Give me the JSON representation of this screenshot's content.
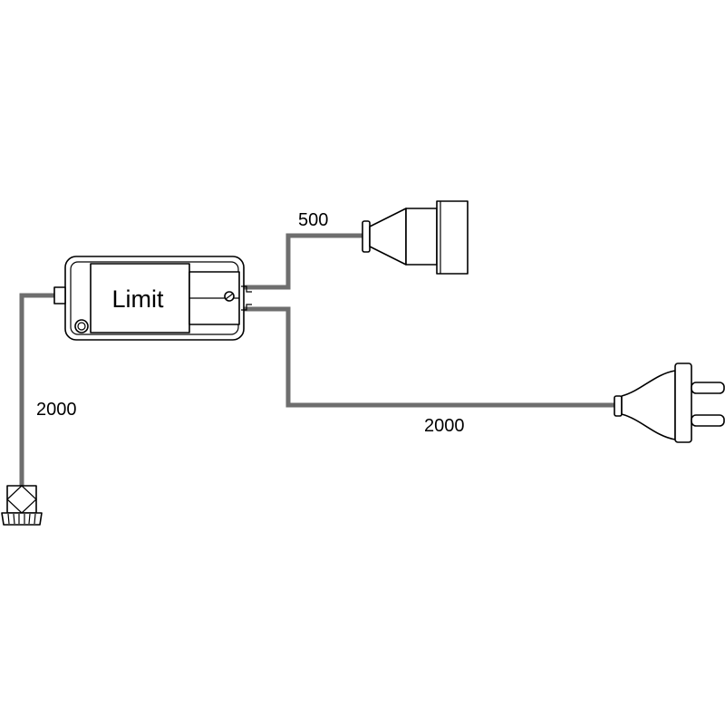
{
  "diagram": {
    "unit_label": "Limit",
    "cables": {
      "sensor_length": "2000",
      "socket_length": "500",
      "plug_length": "2000"
    },
    "colors": {
      "cable": "#6e6e6e",
      "outline": "#000000"
    }
  }
}
